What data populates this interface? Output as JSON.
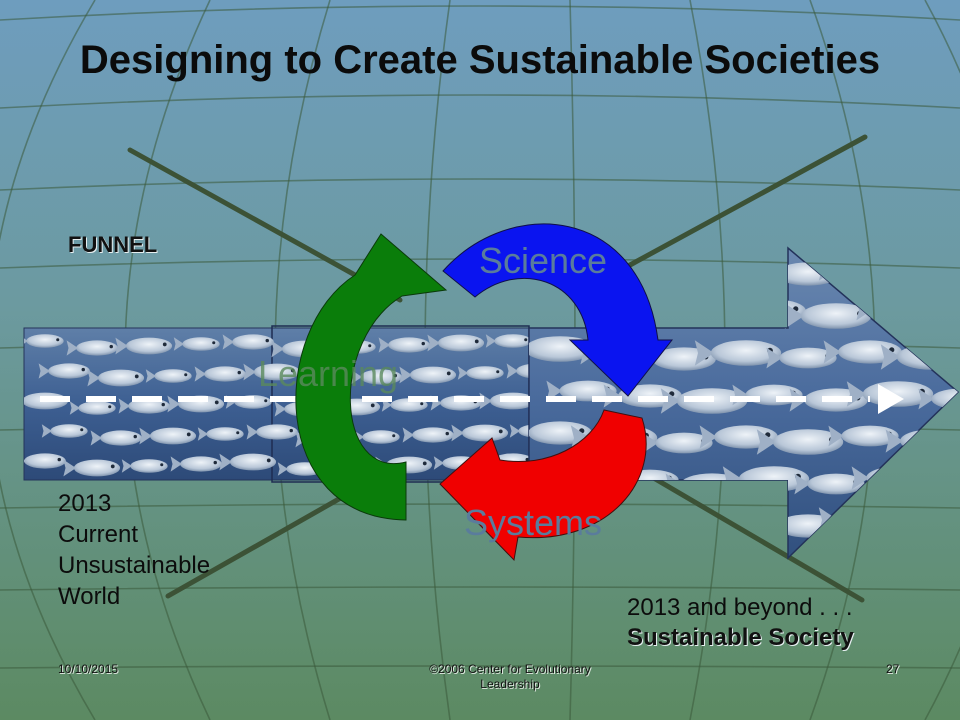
{
  "slide": {
    "title": "Designing to Create Sustainable Societies",
    "funnel_label": "FUNNEL",
    "cycle": {
      "science": "Science",
      "systems": "Systems",
      "learning": "Learning"
    },
    "current": {
      "year": "2013",
      "line1": "Current",
      "line2": "Unsustainable",
      "line3": "World"
    },
    "future": {
      "line1": "2013 and beyond . . .",
      "line2": "Sustainable Society"
    },
    "footer": {
      "date": "10/10/2015",
      "copyright": "©2006 Center for Evolutionary Leadership",
      "page_number": "27"
    }
  },
  "colors": {
    "science_arrow": "#0a14f0",
    "systems_arrow": "#f00000",
    "learning_arrow": "#0a7d0a",
    "cycle_label_text": "#5a7c9c",
    "background_top": "#6e9cbc",
    "background_bottom": "#5e8c64"
  }
}
